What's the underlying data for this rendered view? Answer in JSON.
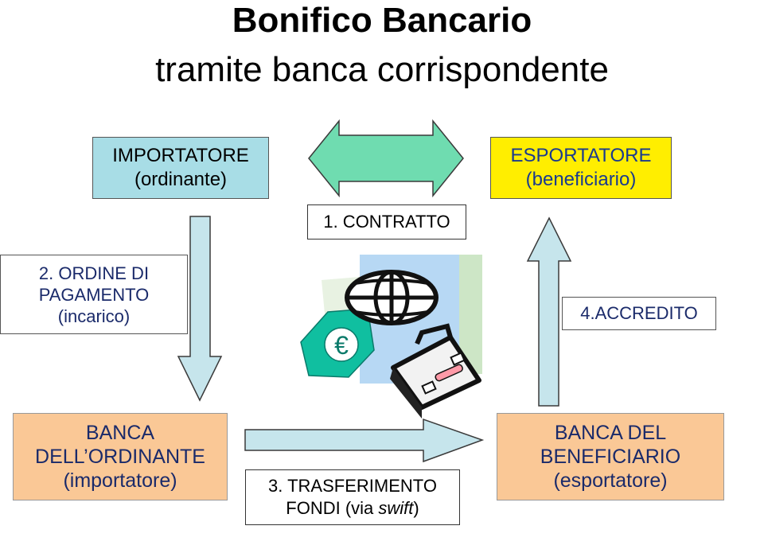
{
  "title": {
    "main": "Bonifico Bancario",
    "sub": "tramite banca corrispondente"
  },
  "nodes": {
    "importatore": {
      "line1": "IMPORTATORE",
      "line2": "(ordinante)"
    },
    "esportatore": {
      "line1": "ESPORTATORE",
      "line2": "(beneficiario)"
    },
    "banca_ordinante": {
      "line1": "BANCA",
      "line2": "DELL’ORDINANTE",
      "line3": "(importatore)"
    },
    "banca_beneficiario": {
      "line1": "BANCA DEL",
      "line2": "BENEFICIARIO",
      "line3": "(esportatore)"
    }
  },
  "steps": {
    "contratto": "1. CONTRATTO",
    "ordine": {
      "line1": "2. ORDINE DI",
      "line2": "PAGAMENTO",
      "line3": "(incarico)"
    },
    "trasferimento": {
      "line1": "3. TRASFERIMENTO",
      "line2_prefix": "FONDI (via ",
      "line2_italic": "swift",
      "line2_suffix": ")"
    },
    "accredito": "4.ACCREDITO"
  },
  "clipart": {
    "currency_symbol": "€"
  },
  "colors": {
    "node_blue": "#a8dde6",
    "node_yellow": "#ffee00",
    "bank_orange": "#fac896",
    "arrow_green": "#6fdcb0",
    "arrow_blue": "#c6e5ec"
  }
}
